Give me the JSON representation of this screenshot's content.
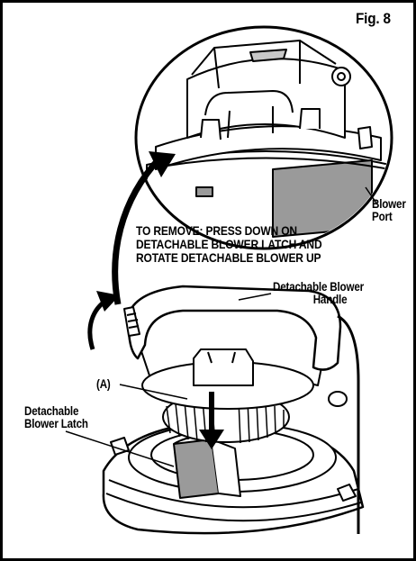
{
  "figure": {
    "label": "Fig. 8"
  },
  "labels": {
    "blower_port": [
      "Blower",
      "Port"
    ],
    "instruction": [
      "TO REMOVE: PRESS DOWN ON",
      "DETACHABLE BLOWER LATCH AND",
      "ROTATE DETACHABLE BLOWER UP"
    ],
    "blower_handle": [
      "Detachable Blower",
      "Handle"
    ],
    "callout_a": "(A)",
    "blower_latch": [
      "Detachable",
      "Blower Latch"
    ]
  },
  "colors": {
    "line": "#000000",
    "shade": "#9a9a9a",
    "light_shade": "#c8c8c8",
    "background": "#ffffff"
  }
}
